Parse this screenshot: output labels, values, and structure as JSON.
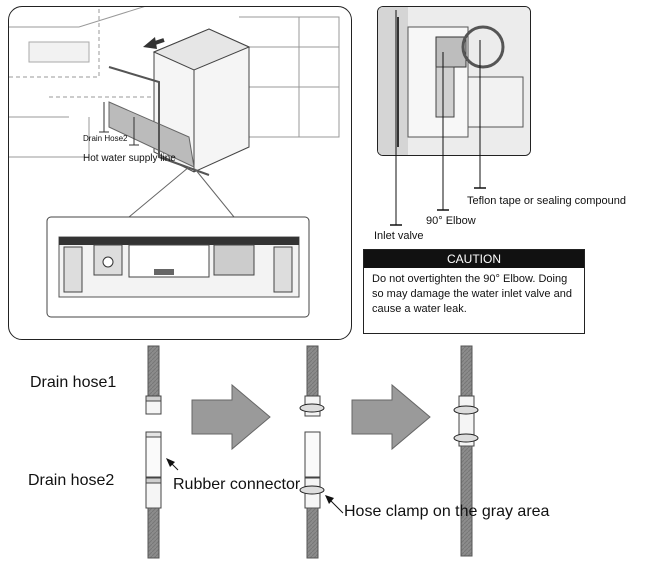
{
  "top_left": {
    "drain_hose2_label": "Drain Hose2",
    "hot_water_label": "Hot water supply line"
  },
  "valve_photo": {
    "teflon_label": "Teflon tape or sealing compound",
    "elbow_label": "90° Elbow",
    "inlet_label": "Inlet valve"
  },
  "caution": {
    "title": "CAUTION",
    "text": "Do not overtighten the 90° Elbow. Doing so may damage the water inlet valve and cause a water leak."
  },
  "hoses": {
    "drain_hose1_label": "Drain hose1",
    "drain_hose2_label": "Drain hose2",
    "rubber_connector_label": "Rubber connector",
    "hose_clamp_label": "Hose clamp on the gray area"
  },
  "colors": {
    "hose_gray": "#8c8c8c",
    "arrow_gray": "#9a9a9a",
    "caution_header": "#111111"
  }
}
